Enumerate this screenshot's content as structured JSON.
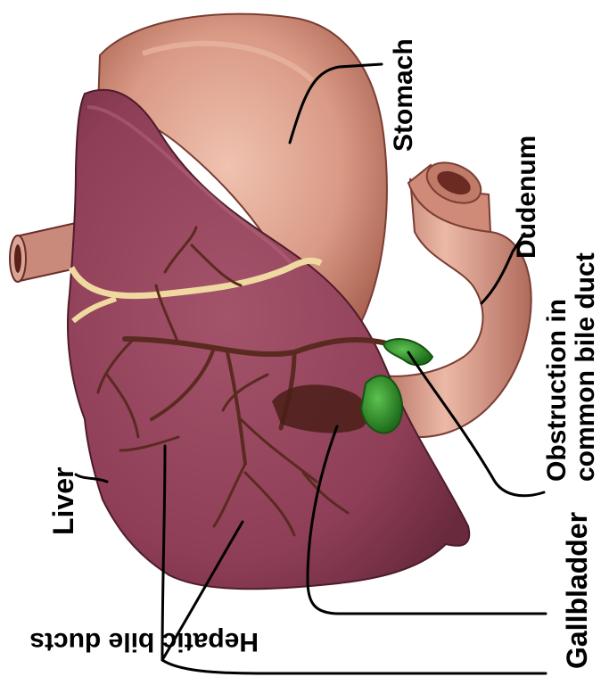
{
  "labels": {
    "stomach": "Stomach",
    "duodenum": "Dudenum",
    "obstruction_line1": "Obstruction in",
    "obstruction_line2": "common bile duct",
    "liver": "Liver",
    "gallbladder": "Gallbladder",
    "hepatic_bile_ducts": "Hepatic bile ducts"
  },
  "colors": {
    "liver": "#8e3e56",
    "liver_dark": "#6e2c40",
    "stomach": "#d99a86",
    "stomach_dark": "#b86e5e",
    "duodenum": "#d69080",
    "bile_ducts": "#5a2a20",
    "gallbladder": "#2e8f2a",
    "ligament": "#efd9a0",
    "leader_line": "#000000"
  }
}
